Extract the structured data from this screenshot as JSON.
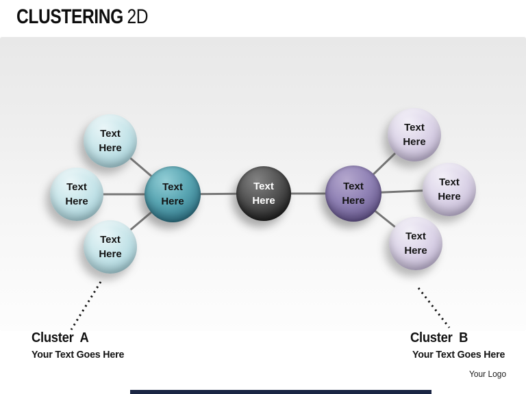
{
  "title": {
    "main": "CLUSTERING",
    "suffix": "2D"
  },
  "diagram": {
    "center": {
      "line1": "Text",
      "line2": "Here"
    },
    "clusters": [
      {
        "name": "Cluster  A",
        "description": "Your Text Goes Here",
        "hub": {
          "line1": "Text",
          "line2": "Here"
        },
        "satellites": [
          {
            "line1": "Text",
            "line2": "Here"
          },
          {
            "line1": "Text",
            "line2": "Here"
          },
          {
            "line1": "Text",
            "line2": "Here"
          }
        ]
      },
      {
        "name": "Cluster  B",
        "description": "Your Text Goes Here",
        "hub": {
          "line1": "Text",
          "line2": "Here"
        },
        "satellites": [
          {
            "line1": "Text",
            "line2": "Here"
          },
          {
            "line1": "Text",
            "line2": "Here"
          },
          {
            "line1": "Text",
            "line2": "Here"
          }
        ]
      }
    ]
  },
  "footer": {
    "logo_text": "Your Logo"
  },
  "colors": {
    "satellite_blue": "#c3e2e8",
    "hub_teal": "#4f9dab",
    "center_dark": "#3f3f3f",
    "hub_purple": "#8678ae",
    "satellite_lavender": "#d9d1e5",
    "connector_gray": "#757575",
    "leader_dotted_black": "#161616",
    "bottom_bar_navy": "#1b2644"
  }
}
